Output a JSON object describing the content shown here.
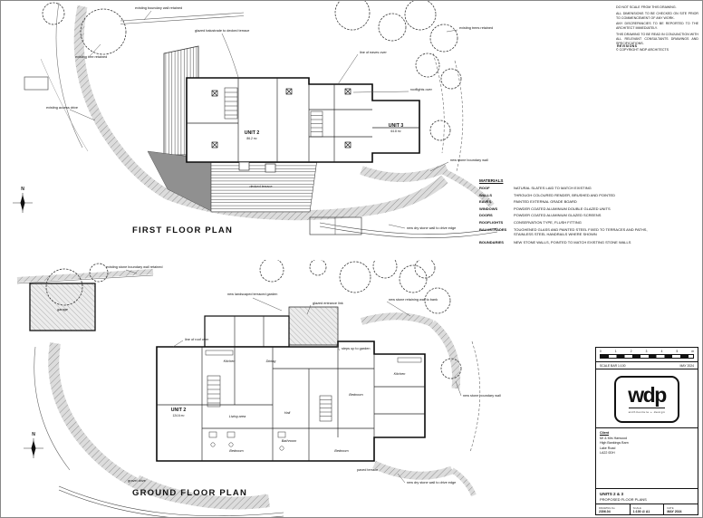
{
  "notes": {
    "lines": [
      "DO NOT SCALE FROM THIS DRAWING.",
      "ALL DIMENSIONS TO BE CHECKED ON SITE PRIOR TO COMMENCEMENT OF ANY WORK.",
      "ANY DISCREPANCIES TO BE REPORTED TO THE ARCHITECT IMMEDIATELY.",
      "THIS DRAWING TO BE READ IN CONJUNCTION WITH ALL RELEVANT CONSULTANTS DRAWINGS AND SPECIFICATIONS.",
      "© COPYRIGHT WDP ARCHITECTS"
    ],
    "revisions_label": "REVISIONS"
  },
  "materials": {
    "heading": "MATERIALS",
    "rows": [
      {
        "label": "ROOF",
        "desc": "NATURAL SLATES LAID TO MATCH EXISTING"
      },
      {
        "label": "WALLS",
        "desc": "THROUGH COLOURED RENDER, BRUSHED AND POINTED"
      },
      {
        "label": "EAVES",
        "desc": "PAINTED EXTERNAL GRADE BOARD"
      },
      {
        "label": "WINDOWS",
        "desc": "POWDER COATED ALUMINIUM DOUBLE GLAZED UNITS"
      },
      {
        "label": "DOORS",
        "desc": "POWDER COATED ALUMINIUM GLAZED SCREENS"
      },
      {
        "label": "ROOFLIGHTS",
        "desc": "CONSERVATION TYPE, FLUSH FITTING"
      },
      {
        "label": "BALUSTRADES",
        "desc": "TOUGHENED GLASS AND PAINTED STEEL FIXED TO TERRACES AND PATHS, STAINLESS STEEL HANDRAILS WHERE SHOWN"
      },
      {
        "label": "BOUNDARIES",
        "desc": "NEW STONE WALLS, POINTED TO MATCH EXISTING STONE WALLS"
      }
    ]
  },
  "first_floor": {
    "title": "FIRST FLOOR PLAN",
    "unit2": "UNIT 2",
    "unit2_area": "86.2 m²",
    "unit3": "UNIT 3",
    "unit3_area": "64.8 m²",
    "north": "N",
    "annotations": [
      "existing boundary wall retained",
      "glazed balustrade to decked terrace",
      "line of eaves over",
      "existing trees retained",
      "rooflights over",
      "new stone boundary wall",
      "decked terrace",
      "new dry stone wall to drive edge",
      "existing access drive",
      "existing tree retained"
    ]
  },
  "ground_floor": {
    "title": "GROUND FLOOR PLAN",
    "unit2": "UNIT 2",
    "unit2_area": "124.6 m²",
    "north": "N",
    "rooms": [
      "Kitchen",
      "Dining",
      "Living area",
      "Hall",
      "Bedroom",
      "Bathroom",
      "Bedroom",
      "Bedroom",
      "Kitchen",
      "garage"
    ],
    "annotations": [
      "existing stone boundary wall retained",
      "new landscaped terraced garden",
      "new stone retaining wall to bank",
      "glazed entrance link",
      "new stone boundary wall",
      "steps up to garden",
      "gravel drive",
      "new dry stone wall to drive edge",
      "paved terrace",
      "line of roof over"
    ]
  },
  "titleblock": {
    "scale_ticks": [
      "0",
      "1",
      "2",
      "3",
      "4",
      "5"
    ],
    "scale_unit": "m",
    "scale_caption": "SCALE BAR 1:100",
    "scale_date": "MAY 2024",
    "logo_text": "wdp",
    "logo_sub": "architecture + design",
    "client_label": "Client",
    "client_lines": [
      "Mr & Mrs Harwood",
      "High Bankings Barn",
      "Lake Road",
      "LA22 0DH"
    ],
    "project_line1": "UNITS 2 & 3",
    "project_line2": "PROPOSED FLOOR PLANS",
    "fields": [
      {
        "label": "DRAWING No",
        "value": "2306.04"
      },
      {
        "label": "SCALE",
        "value": "1:100 @ A1"
      },
      {
        "label": "DATE",
        "value": "MAY 2024"
      }
    ]
  }
}
